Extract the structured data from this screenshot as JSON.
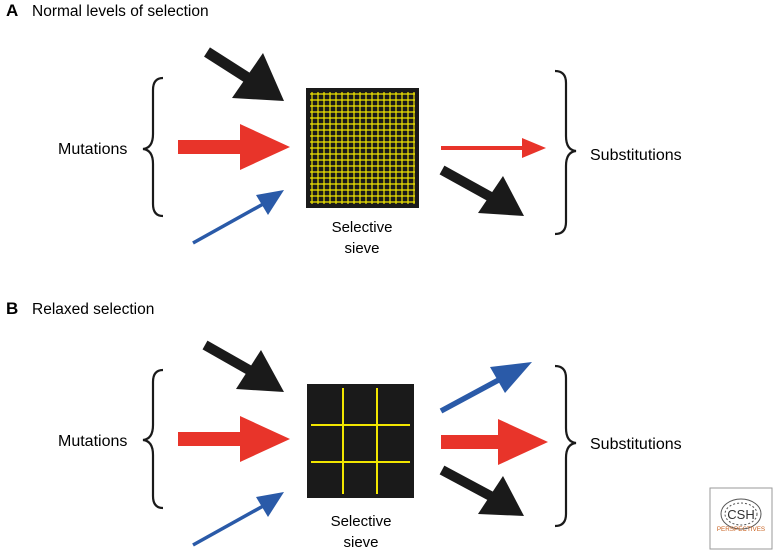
{
  "panels": [
    {
      "letter": "A",
      "title": "Normal levels of selection",
      "left_label": "Mutations",
      "right_label": "Substitutions",
      "sieve_label_line1": "Selective",
      "sieve_label_line2": "sieve",
      "sieve_mesh": "fine"
    },
    {
      "letter": "B",
      "title": "Relaxed selection",
      "left_label": "Mutations",
      "right_label": "Substitutions",
      "sieve_label_line1": "Selective",
      "sieve_label_line2": "sieve",
      "sieve_mesh": "coarse"
    }
  ],
  "logo": {
    "top": "CSH",
    "bottom": "PERSPECTIVES"
  },
  "colors": {
    "black_arrow": "#1a1a1a",
    "red_arrow": "#e8342a",
    "blue_arrow": "#2a5aa8",
    "sieve_fill": "#1a1a1a",
    "sieve_mesh": "#f2e600",
    "logo_accent": "#c8601e"
  }
}
